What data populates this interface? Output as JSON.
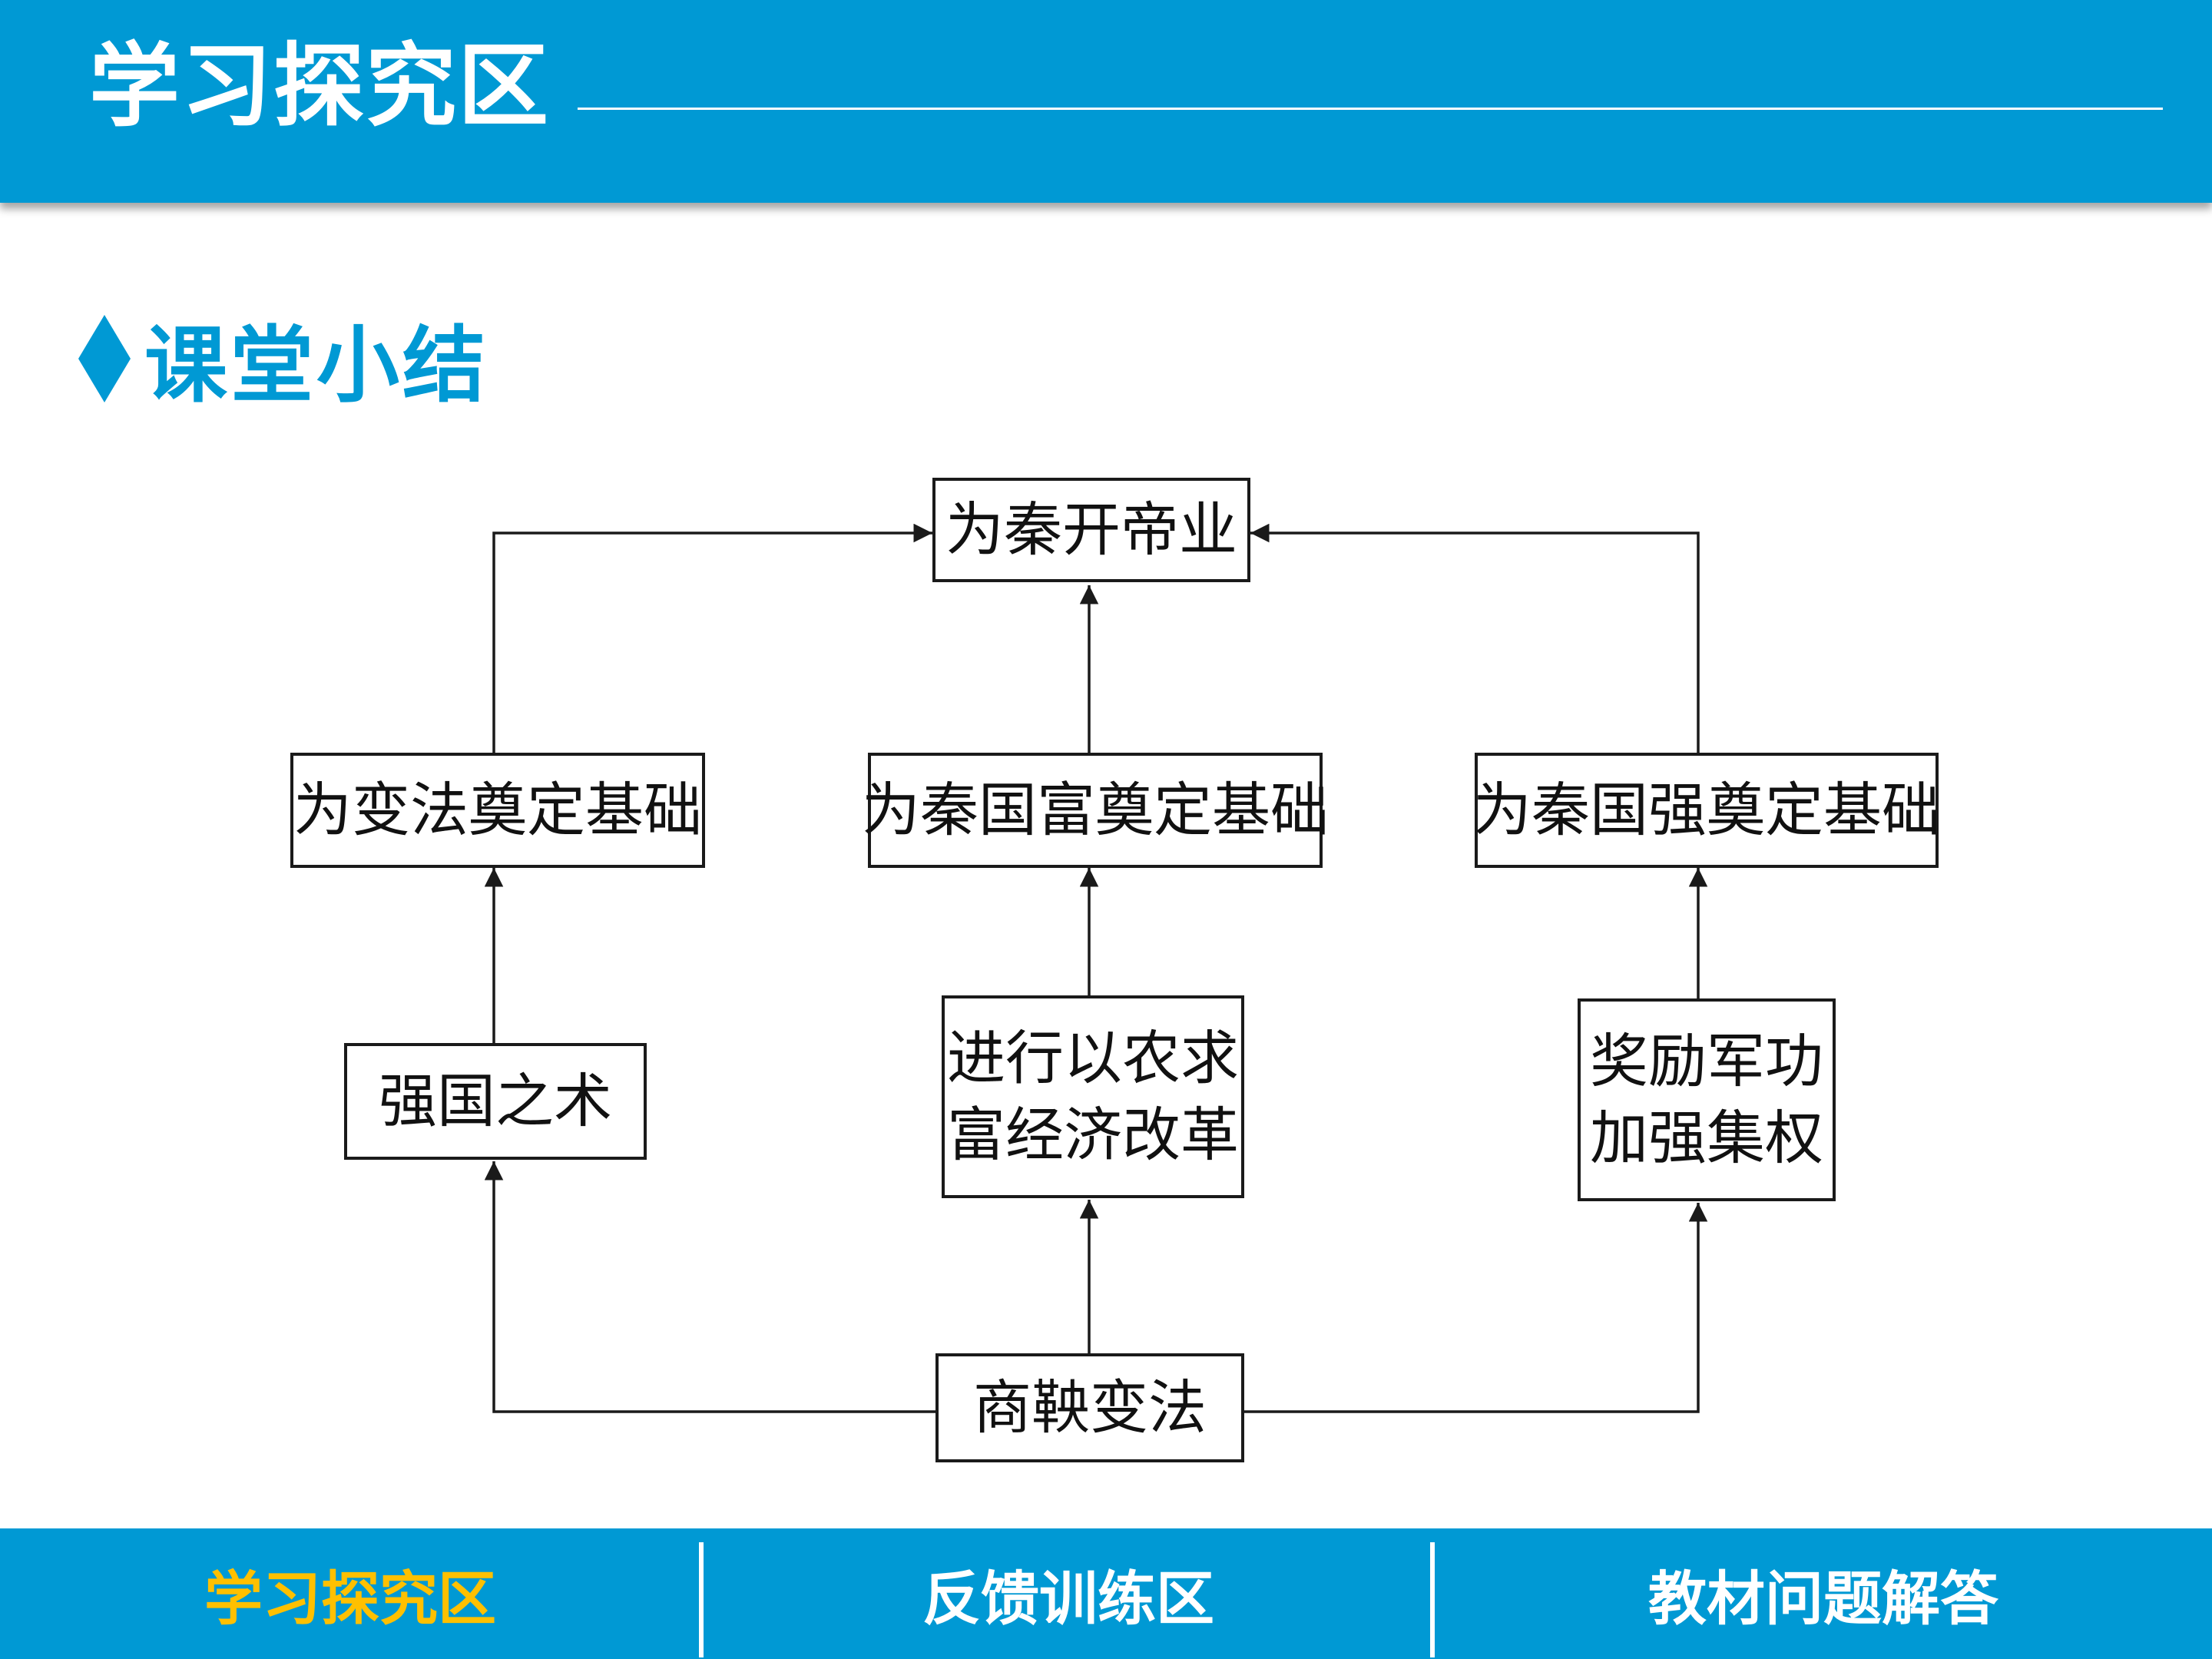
{
  "header": {
    "title": "学习探究区"
  },
  "section": {
    "title": "课堂小结",
    "accent_color": "#0099d4"
  },
  "diagram": {
    "nodes": {
      "top": "为秦开帝业",
      "mid_left": "为变法奠定基础",
      "mid_center": "为秦国富奠定基础",
      "mid_right": "为秦国强奠定基础",
      "low_left": "强国之术",
      "low_center": [
        "进行以农求",
        "富经济改革"
      ],
      "low_right": [
        "奖励军功",
        "加强集权"
      ],
      "bottom": "商鞅变法"
    }
  },
  "footer": {
    "background_color": "#0099d4",
    "tabs": [
      {
        "label": "学习探究区",
        "active": true,
        "color": "#ffc000"
      },
      {
        "label": "反馈训练区",
        "active": false,
        "color": "#ffffff"
      },
      {
        "label": "教材问题解答",
        "active": false,
        "color": "#ffffff"
      }
    ]
  }
}
